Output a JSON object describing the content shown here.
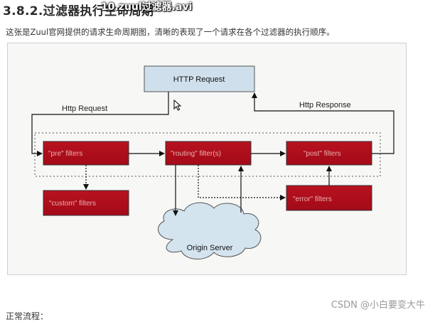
{
  "header": {
    "heading": "3.8.2.过滤器执行生命周期",
    "video_title": "10.zuul过滤器.avi"
  },
  "intro_text": "这张是Zuul官网提供的请求生命周期图，清晰的表现了一个请求在各个过滤器的执行顺序。",
  "diagram": {
    "http_request_box": "HTTP Request",
    "filters": {
      "pre": "\"pre\" filters",
      "routing": "\"routing\" filter(s)",
      "post": "\"post\" filters",
      "custom": "\"custom\" filters",
      "error": "\"error\" filters"
    },
    "origin_server": "Origin Server",
    "edge_labels": {
      "request": "Http Request",
      "response": "Http Response"
    },
    "colors": {
      "filter_fill": "#b00b1e",
      "http_fill": "#cfe0ec",
      "cloud_fill": "#d4e4ef"
    }
  },
  "watermark": "CSDN @小白要变大牛",
  "footer_text": "正常流程："
}
